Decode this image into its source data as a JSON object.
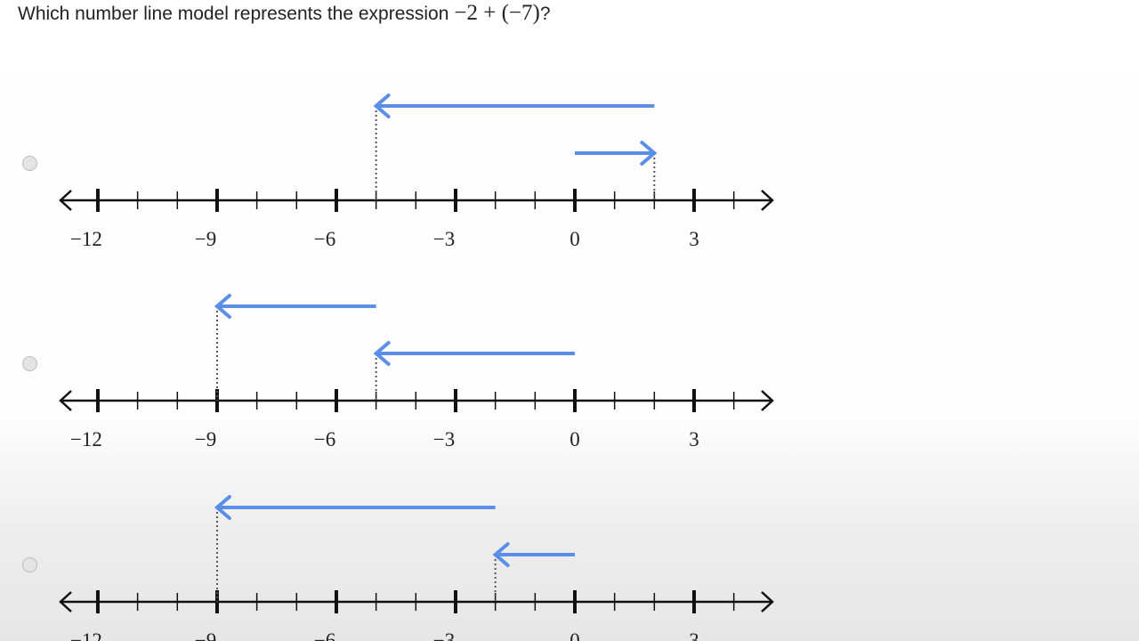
{
  "question": {
    "text": "Which number line model represents the expression",
    "expression": "−2 + (−7)",
    "suffix": "?"
  },
  "colors": {
    "arrow": "#5b8ee6",
    "axis": "#111111",
    "guide": "#555555"
  },
  "number_line": {
    "min": -13,
    "max": 5,
    "labeled_ticks": [
      -12,
      -9,
      -6,
      -3,
      0,
      3
    ],
    "tick_labels": [
      "−12",
      "−9",
      "−6",
      "−3",
      "0",
      "3"
    ]
  },
  "options": [
    {
      "jumps": [
        {
          "from": 0,
          "to": 2
        },
        {
          "from": 2,
          "to": -5
        }
      ]
    },
    {
      "jumps": [
        {
          "from": 0,
          "to": -5
        },
        {
          "from": -5,
          "to": -9
        }
      ]
    },
    {
      "jumps": [
        {
          "from": 0,
          "to": -2
        },
        {
          "from": -2,
          "to": -9
        }
      ]
    }
  ]
}
